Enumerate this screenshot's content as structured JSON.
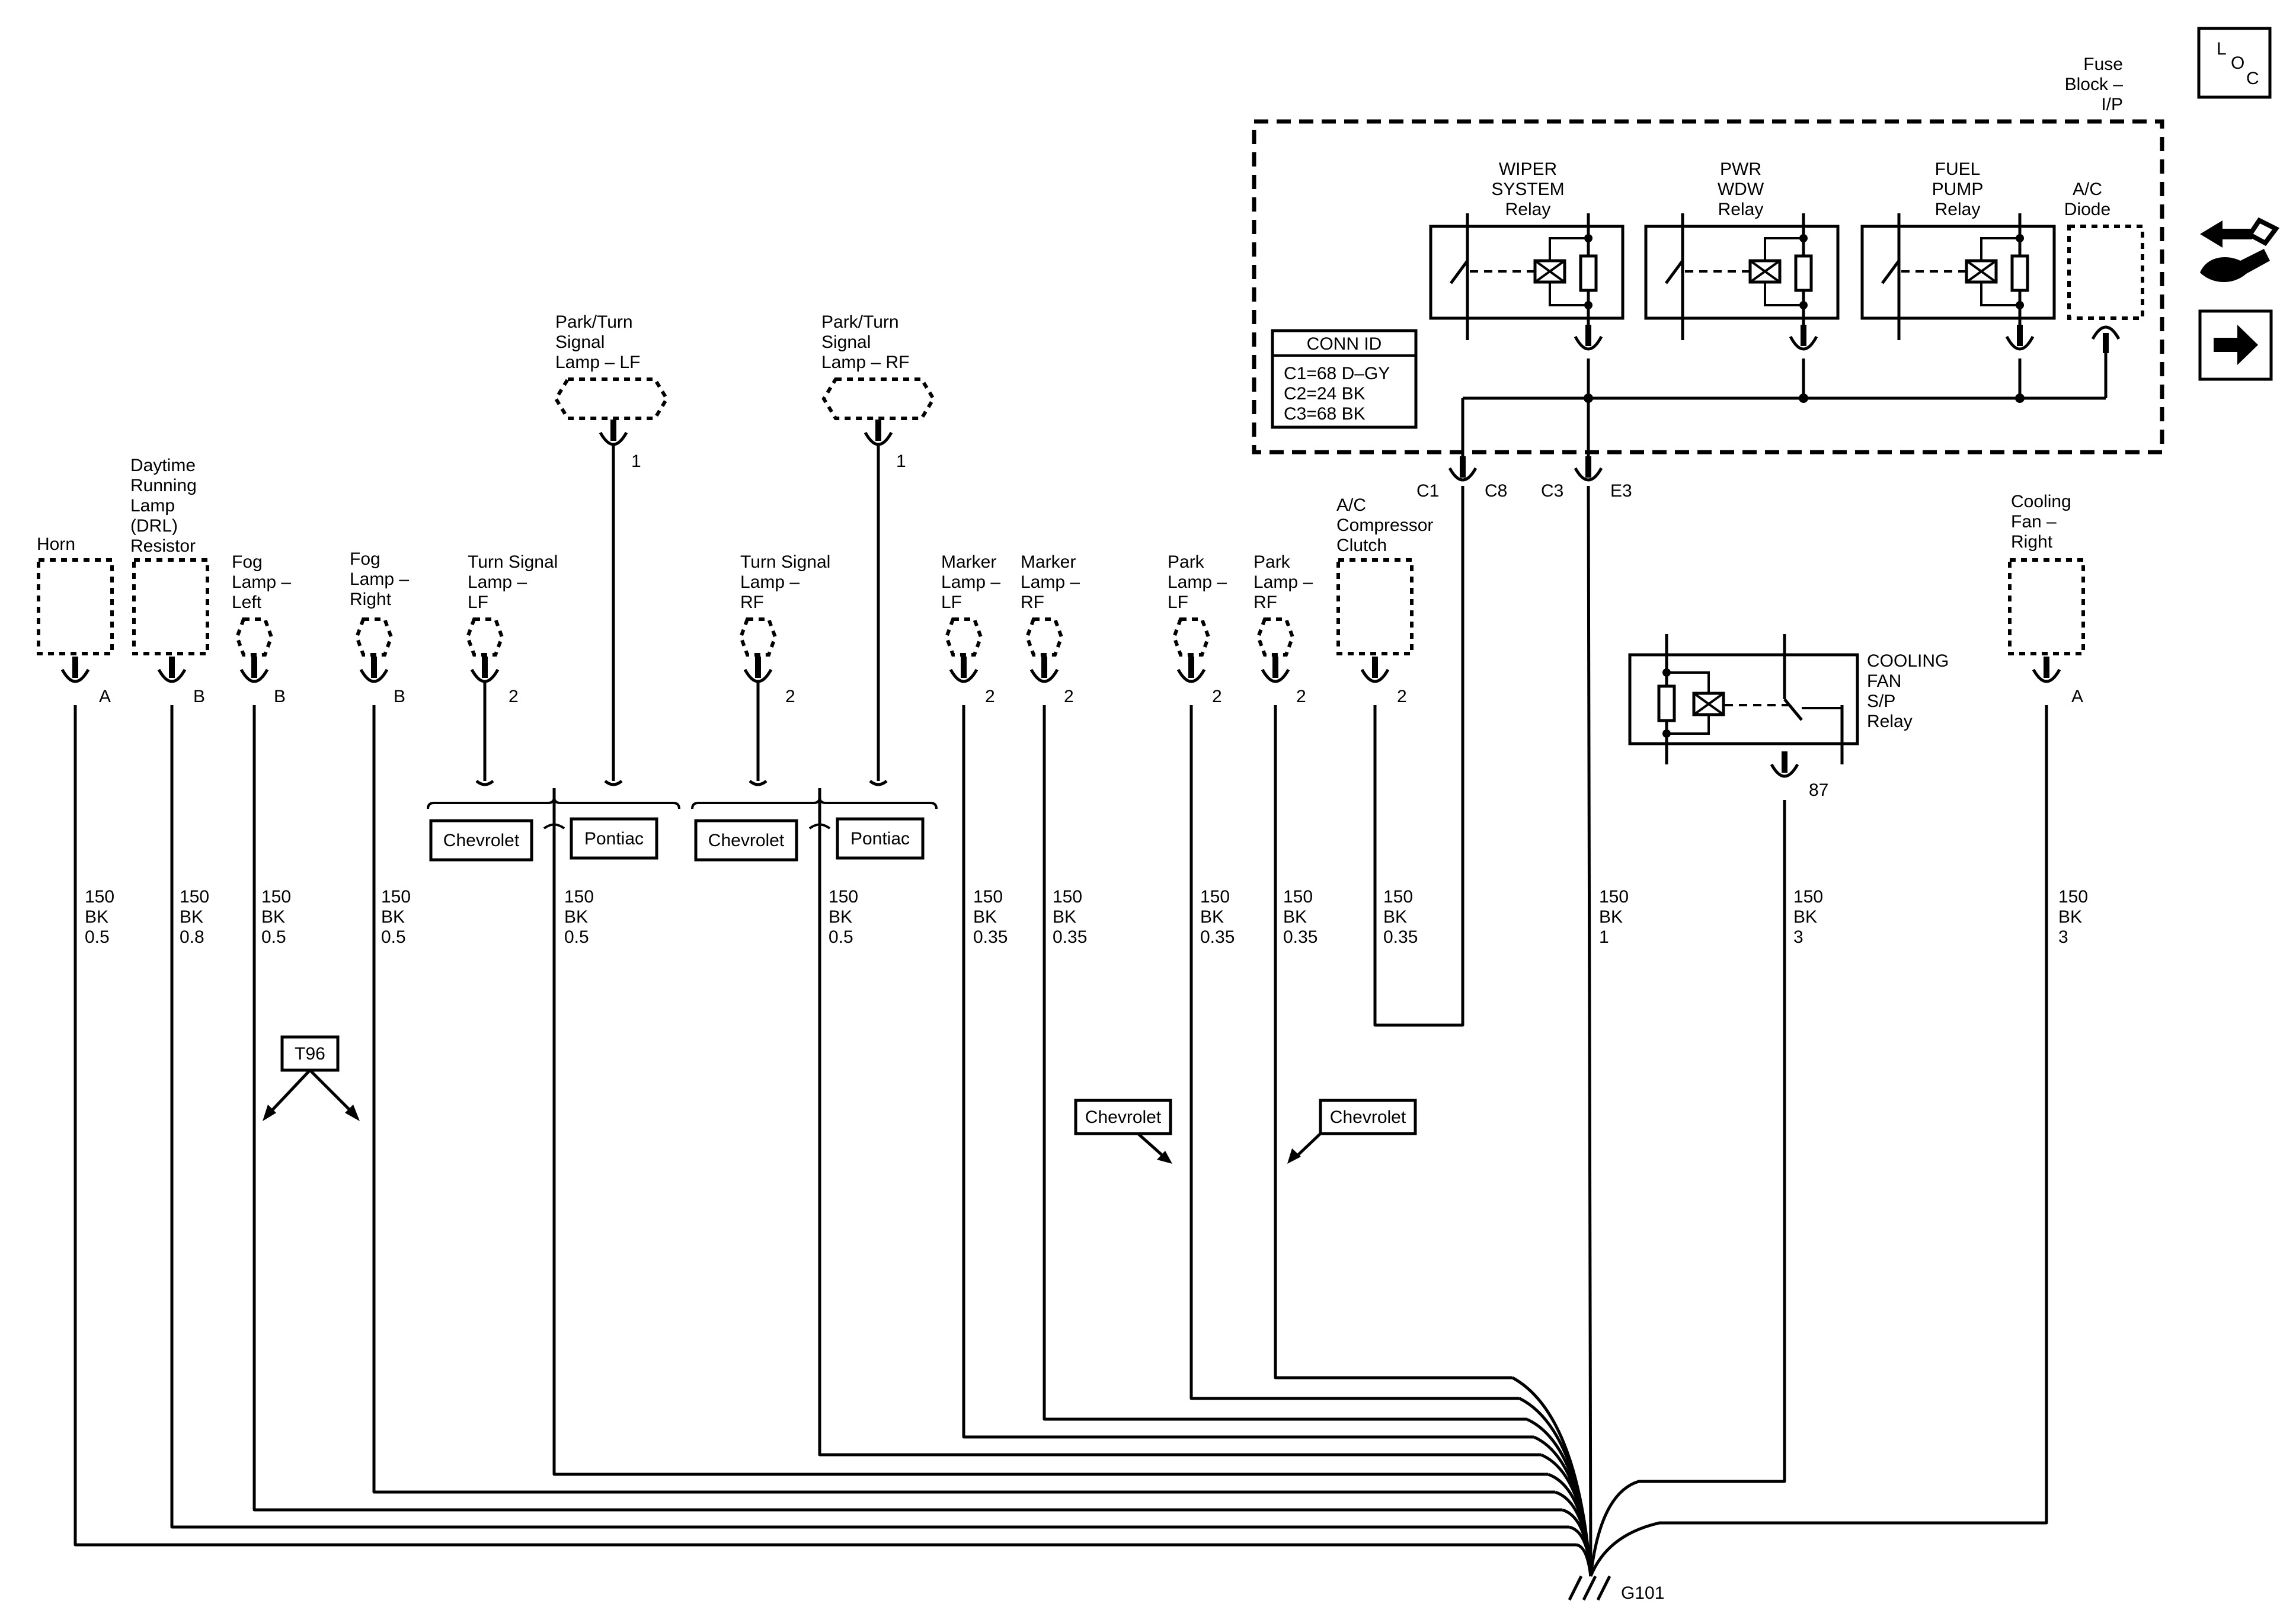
{
  "loc_icon": {
    "line1": "L",
    "line2": "O",
    "line3": "C"
  },
  "fuse_block": {
    "title": [
      "Fuse",
      "Block –",
      "I/P"
    ]
  },
  "relays": {
    "wiper": [
      "WIPER",
      "SYSTEM",
      "Relay"
    ],
    "pwr_wdw": [
      "PWR",
      "WDW",
      "Relay"
    ],
    "fuel_pump": [
      "FUEL",
      "PUMP",
      "Relay"
    ],
    "ac_diode": [
      "A/C",
      "Diode"
    ]
  },
  "conn_id": {
    "title": "CONN ID",
    "rows": [
      "C1=68 D–GY",
      "C2=24 BK",
      "C3=68 BK"
    ]
  },
  "connectors": {
    "c1": "C1",
    "c8": "C8",
    "c3": "C3",
    "e3": "E3"
  },
  "components": {
    "horn": [
      "Horn"
    ],
    "drl": [
      "Daytime",
      "Running",
      "Lamp",
      "(DRL)",
      "Resistor"
    ],
    "fog_left": [
      "Fog",
      "Lamp –",
      "Left"
    ],
    "fog_right": [
      "Fog",
      "Lamp –",
      "Right"
    ],
    "turn_lf": [
      "Turn Signal",
      "Lamp –",
      "LF"
    ],
    "park_turn_lf": [
      "Park/Turn",
      "Signal",
      "Lamp – LF"
    ],
    "turn_rf": [
      "Turn Signal",
      "Lamp –",
      "RF"
    ],
    "park_turn_rf": [
      "Park/Turn",
      "Signal",
      "Lamp – RF"
    ],
    "marker_lf": [
      "Marker",
      "Lamp –",
      "LF"
    ],
    "marker_rf": [
      "Marker",
      "Lamp –",
      "RF"
    ],
    "park_lf": [
      "Park",
      "Lamp –",
      "LF"
    ],
    "park_rf": [
      "Park",
      "Lamp –",
      "RF"
    ],
    "ac_clutch": [
      "A/C",
      "Compressor",
      "Clutch"
    ],
    "cooling_relay": [
      "COOLING",
      "FAN",
      "S/P",
      "Relay"
    ],
    "cooling_right": [
      "Cooling",
      "Fan –",
      "Right"
    ]
  },
  "pins": {
    "horn": "A",
    "drl": "B",
    "fog_left": "B",
    "fog_right": "B",
    "turn_lf": "2",
    "park_turn_lf": "1",
    "turn_rf": "2",
    "park_turn_rf": "1",
    "marker_lf": "2",
    "marker_rf": "2",
    "park_lf": "2",
    "park_rf": "2",
    "ac_clutch": "2",
    "relay_87": "87",
    "cooling_right": "A"
  },
  "wires": {
    "horn": [
      "150",
      "BK",
      "0.5"
    ],
    "drl": [
      "150",
      "BK",
      "0.8"
    ],
    "fog_left": [
      "150",
      "BK",
      "0.5"
    ],
    "fog_right": [
      "150",
      "BK",
      "0.5"
    ],
    "turn_lf": [
      "150",
      "BK",
      "0.5"
    ],
    "turn_rf": [
      "150",
      "BK",
      "0.5"
    ],
    "marker_lf": [
      "150",
      "BK",
      "0.35"
    ],
    "marker_rf": [
      "150",
      "BK",
      "0.35"
    ],
    "park_lf": [
      "150",
      "BK",
      "0.35"
    ],
    "park_rf": [
      "150",
      "BK",
      "0.35"
    ],
    "ac_clutch": [
      "150",
      "BK",
      "0.35"
    ],
    "fuse_block": [
      "150",
      "BK",
      "1"
    ],
    "cooling_relay": [
      "150",
      "BK",
      "3"
    ],
    "cooling_right": [
      "150",
      "BK",
      "3"
    ]
  },
  "options": {
    "chevrolet": "Chevrolet",
    "pontiac": "Pontiac",
    "t96": "T96"
  },
  "ground": {
    "label": "G101"
  }
}
